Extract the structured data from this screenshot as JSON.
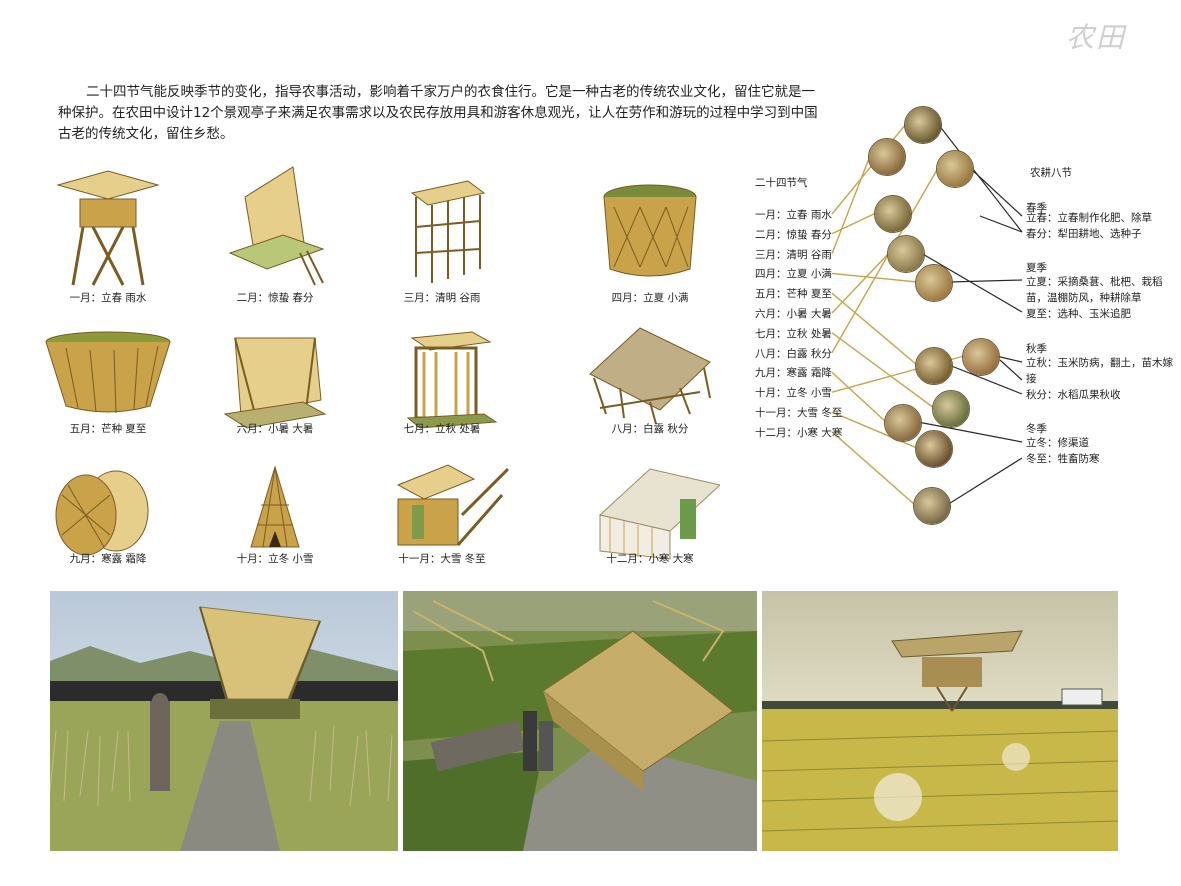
{
  "brand": "农田",
  "intro": {
    "paragraph": "二十四节气能反映季节的变化，指导农事活动，影响着千家万户的衣食住行。它是一种古老的传统农业文化，留住它就是一种保护。在农田中设计12个景观亭子来满足农事需求以及农民存放用具和游客休息观光，让人在劳作和游玩的过程中学习到中国古老的传统文化，留住乡愁。"
  },
  "pavilions": [
    {
      "caption": "一月：立春  雨水",
      "shape": "tower"
    },
    {
      "caption": "二月：惊蛰  春分",
      "shape": "aframe"
    },
    {
      "caption": "三月：清明  谷雨",
      "shape": "frame"
    },
    {
      "caption": "四月：立夏  小满",
      "shape": "basket"
    },
    {
      "caption": "五月：芒种  夏至",
      "shape": "bowl"
    },
    {
      "caption": "六月：小暑  大暑",
      "shape": "lean"
    },
    {
      "caption": "七月：立秋  处暑",
      "shape": "gate"
    },
    {
      "caption": "八月：白露  秋分",
      "shape": "roof"
    },
    {
      "caption": "九月：寒露  霜降",
      "shape": "drum"
    },
    {
      "caption": "十月：立冬  小雪",
      "shape": "tipi"
    },
    {
      "caption": "十一月：大雪  冬至",
      "shape": "house"
    },
    {
      "caption": "十二月：小寒  大寒",
      "shape": "shed"
    }
  ],
  "diagram": {
    "months_title": "二十四节气",
    "months": [
      "一月：立春  雨水",
      "二月：惊蛰  春分",
      "三月：清明  谷雨",
      "四月：立夏  小满",
      "五月：芒种  夏至",
      "六月：小暑  大暑",
      "七月：立秋  处暑",
      "八月：白露  秋分",
      "九月：寒露  霜降",
      "十月：立冬  小雪",
      "十一月：大雪  冬至",
      "十二月：小寒  大寒"
    ],
    "eight_title": "农耕八节",
    "seasons": {
      "spring": "春季",
      "spring_terms": [
        "立春：立春制作化肥、除草",
        "春分：犁田耕地、选种子"
      ],
      "summer": "夏季",
      "summer_terms": [
        "立夏：采摘桑葚、枇杷、栽稻苗，温棚防风，种耕除草",
        "夏至：选种、玉米追肥"
      ],
      "autumn": "秋季",
      "autumn_terms": [
        "立秋：玉米防病，翻土，苗木嫁接",
        "秋分：水稻瓜果秋收"
      ],
      "winter": "冬季",
      "winter_terms": [
        "立冬：修渠道",
        "冬至：牲畜防寒"
      ]
    },
    "line_color": "#c9a24a",
    "dark_line_color": "#2a2a2a"
  },
  "renderings": [
    {
      "name": "rendering-field-aframe",
      "sky": "#c9d4e0"
    },
    {
      "name": "rendering-garden-roof",
      "sky": "#8fa070"
    },
    {
      "name": "rendering-painted-tower",
      "sky": "#d8d0b0"
    }
  ]
}
